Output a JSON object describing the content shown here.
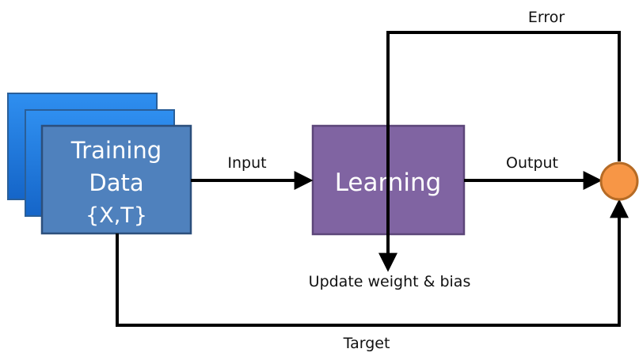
{
  "nodes": {
    "training_data": {
      "line1": "Training",
      "line2": "Data",
      "line3": "{X,T}"
    },
    "learning": {
      "label": "Learning"
    }
  },
  "edges": {
    "input": "Input",
    "output": "Output",
    "error": "Error",
    "target": "Target",
    "update": "Update weight & bias"
  },
  "colors": {
    "training_fill": "#4f81bd",
    "stack_fill": "#1f78d8",
    "learning_fill": "#8064a2",
    "sum_node_fill": "#f79646",
    "arrow": "#000000"
  }
}
